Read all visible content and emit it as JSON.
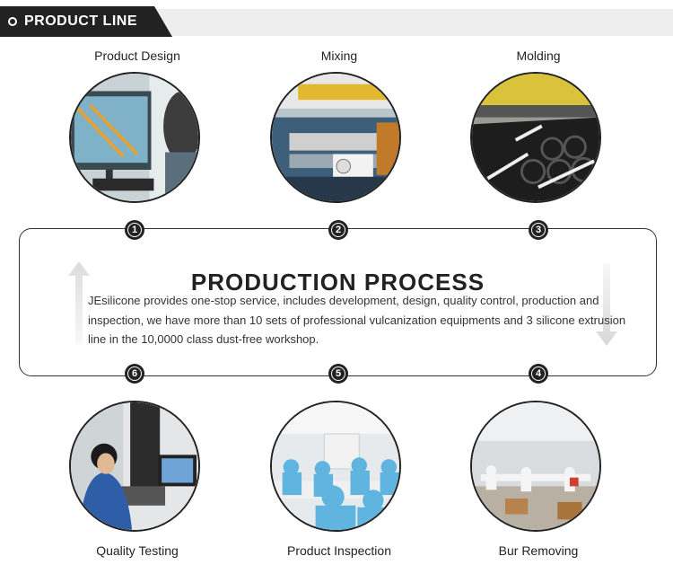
{
  "header": {
    "title": "PRODUCT LINE"
  },
  "steps": [
    {
      "number": "1",
      "label": "Product Design"
    },
    {
      "number": "2",
      "label": "Mixing"
    },
    {
      "number": "3",
      "label": "Molding"
    },
    {
      "number": "4",
      "label": "Bur Removing"
    },
    {
      "number": "5",
      "label": "Product Inspection"
    },
    {
      "number": "6",
      "label": "Quality Testing"
    }
  ],
  "process": {
    "title": "PRODUCTION PROCESS",
    "description": "JEsilicone provides one-stop service, includes development, design, quality control, production and inspection, we have more than 10 sets of professional vulcanization equipments and 3 silicone extrusion line in the 10,0000 class dust-free workshop."
  },
  "icons": [
    "arrow-up-icon",
    "arrow-down-icon"
  ]
}
